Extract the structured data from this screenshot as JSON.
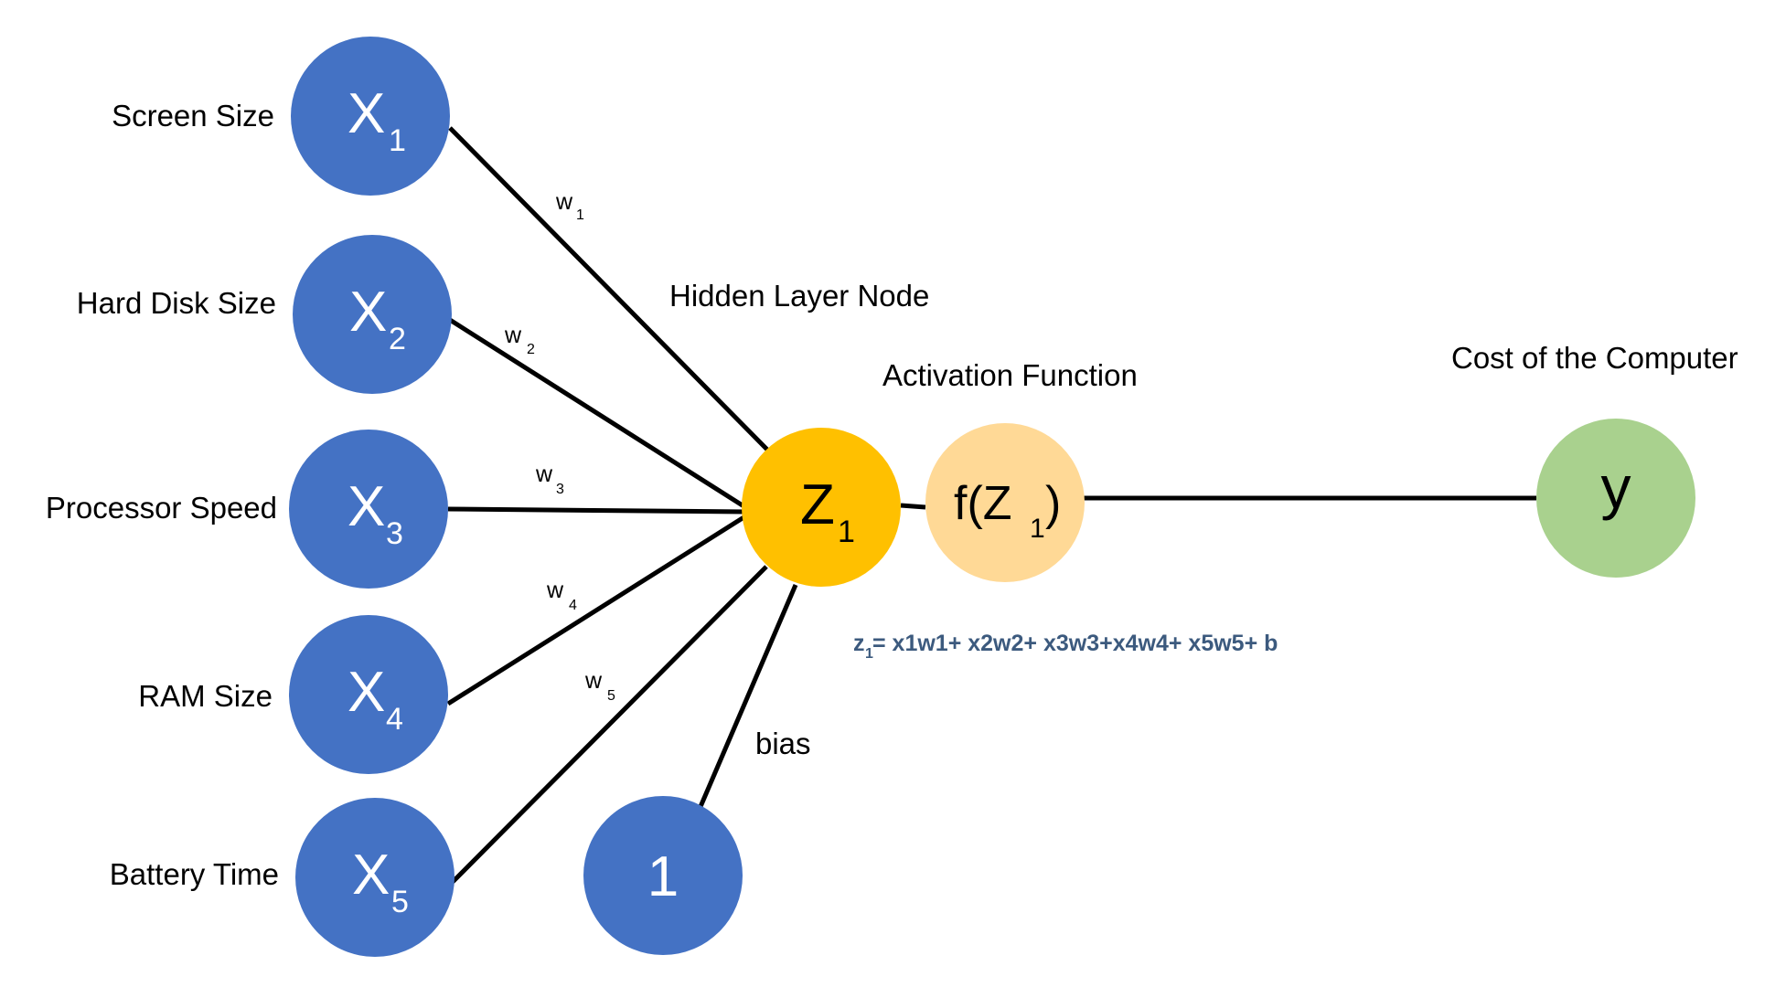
{
  "inputs": [
    {
      "label": "Screen Size",
      "var": "X",
      "sub": "1",
      "weight": "w",
      "weight_sub": "1"
    },
    {
      "label": "Hard Disk Size",
      "var": "X",
      "sub": "2",
      "weight": "w",
      "weight_sub": "2"
    },
    {
      "label": "Processor Speed",
      "var": "X",
      "sub": "3",
      "weight": "w",
      "weight_sub": "3"
    },
    {
      "label": "RAM Size",
      "var": "X",
      "sub": "4",
      "weight": "w",
      "weight_sub": "4"
    },
    {
      "label": "Battery Time",
      "var": "X",
      "sub": "5",
      "weight": "w",
      "weight_sub": "5"
    }
  ],
  "bias": {
    "node_text": "1",
    "label": "bias"
  },
  "hidden": {
    "title": "Hidden Layer Node",
    "var": "Z",
    "sub": "1"
  },
  "activation": {
    "title": "Activation Function",
    "prefix": "f(Z",
    "sub": "1",
    "suffix": ")"
  },
  "output": {
    "title": "Cost of the Computer",
    "var": "y"
  },
  "formula": {
    "lhs": "z",
    "lhs_sub": "1",
    "rhs": "= x1w1+ x2w2+ x3w3+x4w4+ x5w5+ b"
  },
  "colors": {
    "input_node": "#4472c4",
    "hidden_node": "#ffc000",
    "activation_node": "#ffd996",
    "output_node": "#a9d18e",
    "edge": "#000000",
    "formula": "#3c5a7e"
  }
}
